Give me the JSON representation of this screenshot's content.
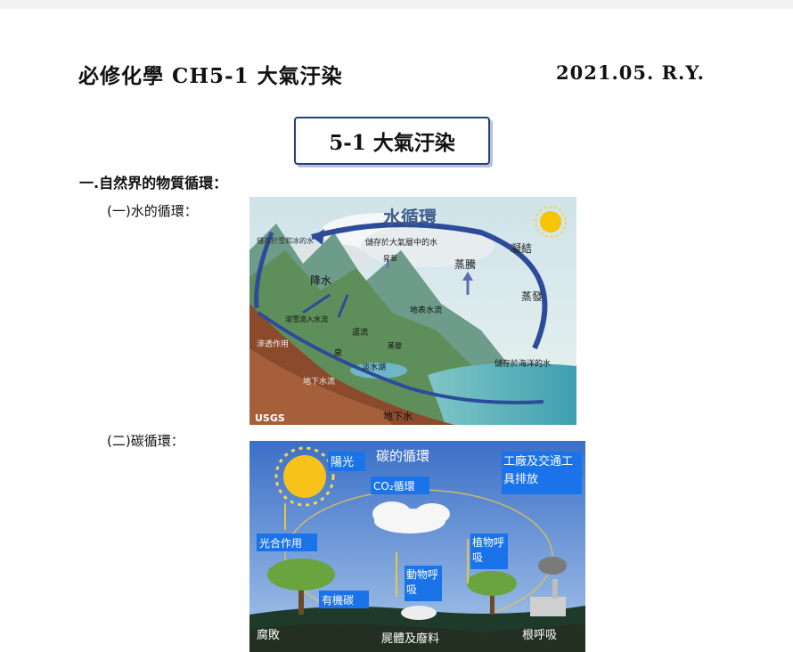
{
  "header": {
    "title": "必修化學 CH5-1 大氣汙染",
    "date": "2021.05. R.Y."
  },
  "section_title": "5-1 大氣汙染",
  "heading": "一.自然界的物質循環：",
  "water_cycle": {
    "label": "(一)水的循環：",
    "title": "水循環",
    "texts": {
      "ice": "儲存於雪和冰的水",
      "atmos": "儲存於大氣層中的水",
      "sublim": "昇華",
      "condense": "凝結",
      "evap1": "蒸騰",
      "evap2": "蒸發",
      "precip": "降水",
      "snowmelt": "溶雪流入水流",
      "runoff": "地表水流",
      "surface": "逕流",
      "infil": "滲透作用",
      "spring": "泉",
      "lake": "淡水湖",
      "evap3": "蒸發",
      "groundflow": "地下水流",
      "ocean": "儲存於海洋的水",
      "ground": "地下水",
      "usgs": "USGS"
    }
  },
  "carbon_cycle": {
    "label": "(二)碳循環：",
    "title": "碳的循環",
    "texts": {
      "sun": "陽光",
      "co2": "CO₂循環",
      "factory": "工廠及交通工具排放",
      "photo": "光合作用",
      "plant_resp": "植物呼吸",
      "animal_resp": "動物呼吸",
      "organic": "有機碳",
      "decay": "腐敗",
      "remains": "屍體及廢料",
      "root_resp": "根呼吸"
    }
  },
  "colors": {
    "box_border": "#24407a",
    "carbon_sky": "#3b6fc7",
    "carbon_label": "#1a73e8"
  }
}
